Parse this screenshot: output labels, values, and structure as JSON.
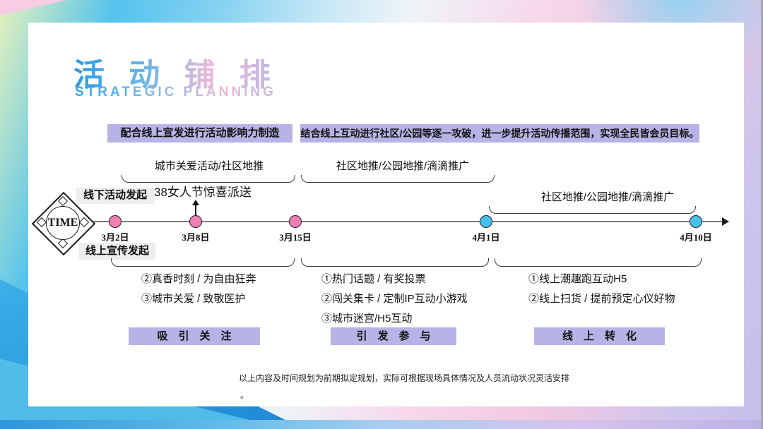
{
  "slide": {
    "title_zh": "活 动 铺 排",
    "title_en": "STRATEGIC PLANNING",
    "banner_left": "配合线上宣发进行活动影响力制造",
    "banner_right": "结合线上互动进行社区/公园等逐一攻破，进一步提升活动传播范围，实现全民皆会员目标。",
    "footnote": "以上内容及时间规划为前期拟定规划，实际可根据现场具体情况及人员流动状况灵活安排",
    "footnote_period": "。"
  },
  "timeline": {
    "badge_label": "TIME",
    "offline_tag": "线下活动发起",
    "online_tag": "线上宣传发起",
    "callout": "38女人节惊喜派送",
    "milestones": [
      {
        "date": "3月2日",
        "color": "#ee7eb3"
      },
      {
        "date": "3月8日",
        "color": "#ee7eb3"
      },
      {
        "date": "3月15日",
        "color": "#ee7eb3"
      },
      {
        "date": "4月1日",
        "color": "#49c0e9"
      },
      {
        "date": "4月10日",
        "color": "#49c0e9"
      }
    ],
    "phases": [
      {
        "channel": "城市关爱活动/社区地推",
        "items": [
          "②真香时刻 / 为自由狂奔",
          "③城市关爱 / 致敬医护"
        ],
        "goal": "吸　引　关　注"
      },
      {
        "channel": "社区地推/公园地推/滴滴推广",
        "items": [
          "①热门话题 / 有奖投票",
          "②闯关集卡 / 定制IP互动小游戏",
          "③城市迷宫/H5互动"
        ],
        "goal": "引　发　参　与"
      },
      {
        "channel": "社区地推/公园地推/滴滴推广",
        "items": [
          "①线上潮趣跑互动H5",
          "②线上扫货 / 提前预定心仪好物"
        ],
        "goal": "线　上　转　化"
      }
    ]
  },
  "colors": {
    "tag_purple": "#b7b3e6",
    "gray_tag": "#ededed",
    "dot_pink": "#ee7eb3",
    "dot_blue": "#49c0e9",
    "axis_gray": "#7a7a7a"
  }
}
